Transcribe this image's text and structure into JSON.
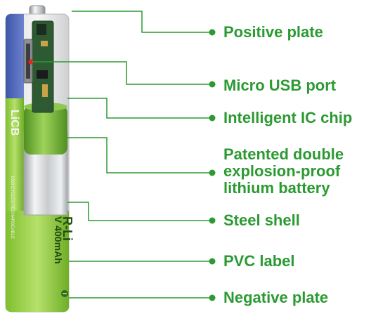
{
  "colors": {
    "accent": "#2c9a32",
    "leader": "#2c9a32",
    "label_green": "#8cc63f",
    "label_blue": "#4a63b5"
  },
  "battery": {
    "capacity_text": "V 400mAh",
    "brand_text": "R-Li",
    "cycles_text": "1000 CYCLES RECHARGEABLE",
    "side_text": "LiCB"
  },
  "callouts": [
    {
      "id": "positive-plate",
      "label": "Positive plate"
    },
    {
      "id": "micro-usb-port",
      "label": "Micro USB port"
    },
    {
      "id": "intelligent-ic-chip",
      "label": "Intelligent IC chip"
    },
    {
      "id": "patented-lithium-battery",
      "label": "Patented double\nexplosion-proof\nlithium battery"
    },
    {
      "id": "steel-shell",
      "label": "Steel shell"
    },
    {
      "id": "pvc-label",
      "label": "PVC label"
    },
    {
      "id": "negative-plate",
      "label": "Negative plate"
    }
  ]
}
